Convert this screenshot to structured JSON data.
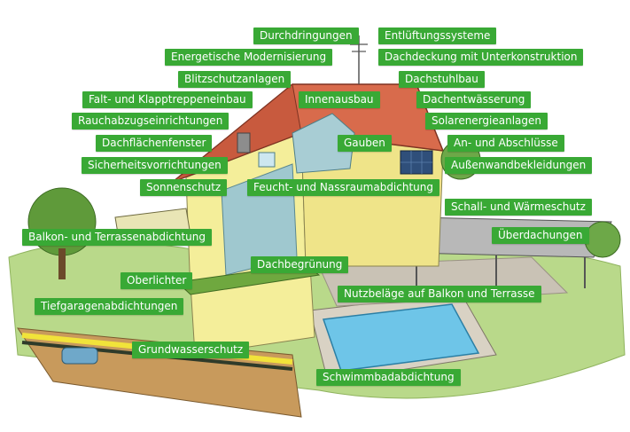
{
  "diagram": {
    "labels": {
      "durchdringungen": "Durchdringungen",
      "entlueftungssysteme": "Entlüftungssysteme",
      "energetische_modernisierung": "Energetische Modernisierung",
      "dachdeckung": "Dachdeckung mit Unterkonstruktion",
      "blitzschutzanlagen": "Blitzschutzanlagen",
      "dachstuhlbau": "Dachstuhlbau",
      "falt_klapptreppeneinbau": "Falt- und Klapptreppeneinbau",
      "innenausbau": "Innenausbau",
      "dachentwaesserung": "Dachentwässerung",
      "rauchabzugseinrichtungen": "Rauchabzugseinrichtungen",
      "solarenergieanlagen": "Solarenergieanlagen",
      "dachflaechenfenster": "Dachflächenfenster",
      "gauben": "Gauben",
      "an_und_abschluesse": "An- und Abschlüsse",
      "sicherheitsvorrichtungen": "Sicherheitsvorrichtungen",
      "aussenwandbekleidungen": "Außenwandbekleidungen",
      "sonnenschutz": "Sonnenschutz",
      "feucht_nassraumabdichtung": "Feucht- und Nassraumabdichtung",
      "schall_waermeschutz": "Schall- und Wärmeschutz",
      "balkon_terrassenabdichtung": "Balkon- und Terrassenabdichtung",
      "ueberdachungen": "Überdachungen",
      "dachbegruenung": "Dachbegrünung",
      "oberlichter": "Oberlichter",
      "nutzbelaege": "Nutzbeläge auf Balkon und Terrasse",
      "tiefgaragenabdichtungen": "Tiefgaragenabdichtungen",
      "grundwasserschutz": "Grundwasserschutz",
      "schwimmbadabdichtung": "Schwimmbadabdichtung"
    }
  }
}
